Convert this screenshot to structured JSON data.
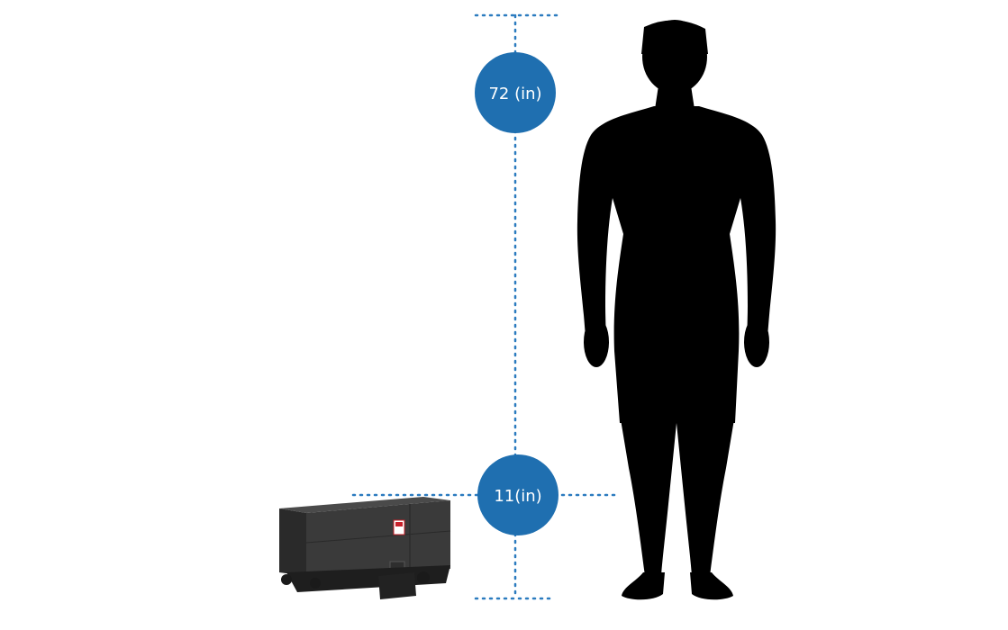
{
  "human_height": {
    "value": 72,
    "unit": "in",
    "label": "72 (in)"
  },
  "product_height": {
    "value": 11,
    "unit": "in",
    "label": "11(in)"
  },
  "colors": {
    "badge": "#1f6fb0",
    "guide_line": "#2b7bbf",
    "silhouette": "#000000",
    "product_body": "#3a3a3a",
    "product_accent": "#c8202a"
  }
}
